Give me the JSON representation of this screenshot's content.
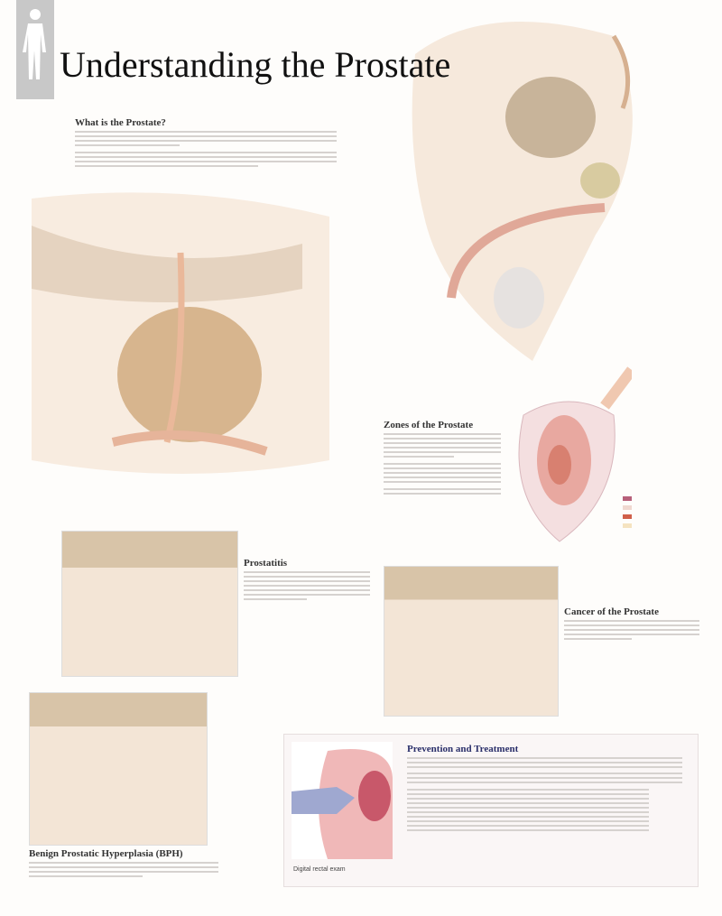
{
  "title": "Understanding the Prostate",
  "sections": {
    "what_is": {
      "heading": "What is the Prostate?"
    },
    "zones": {
      "heading": "Zones of the Prostate"
    },
    "prostatitis": {
      "heading": "Prostatitis"
    },
    "cancer": {
      "heading": "Cancer of the Prostate"
    },
    "bph": {
      "heading": "Benign Prostatic Hyperplasia (BPH)"
    },
    "prevention": {
      "heading": "Prevention and Treatment",
      "figure_caption": "Digital rectal exam"
    }
  },
  "zone_legend": {
    "colors": [
      "#b7607a",
      "#f0d8d0",
      "#d0604a",
      "#f5e3c0"
    ]
  },
  "colors": {
    "tissue": "#e8c9a8",
    "bladder": "#c8b49a",
    "heading_blue": "#2a2f6a",
    "sidebar_gray": "#c8c8c8"
  },
  "icons": [
    "human-figure-icon"
  ]
}
